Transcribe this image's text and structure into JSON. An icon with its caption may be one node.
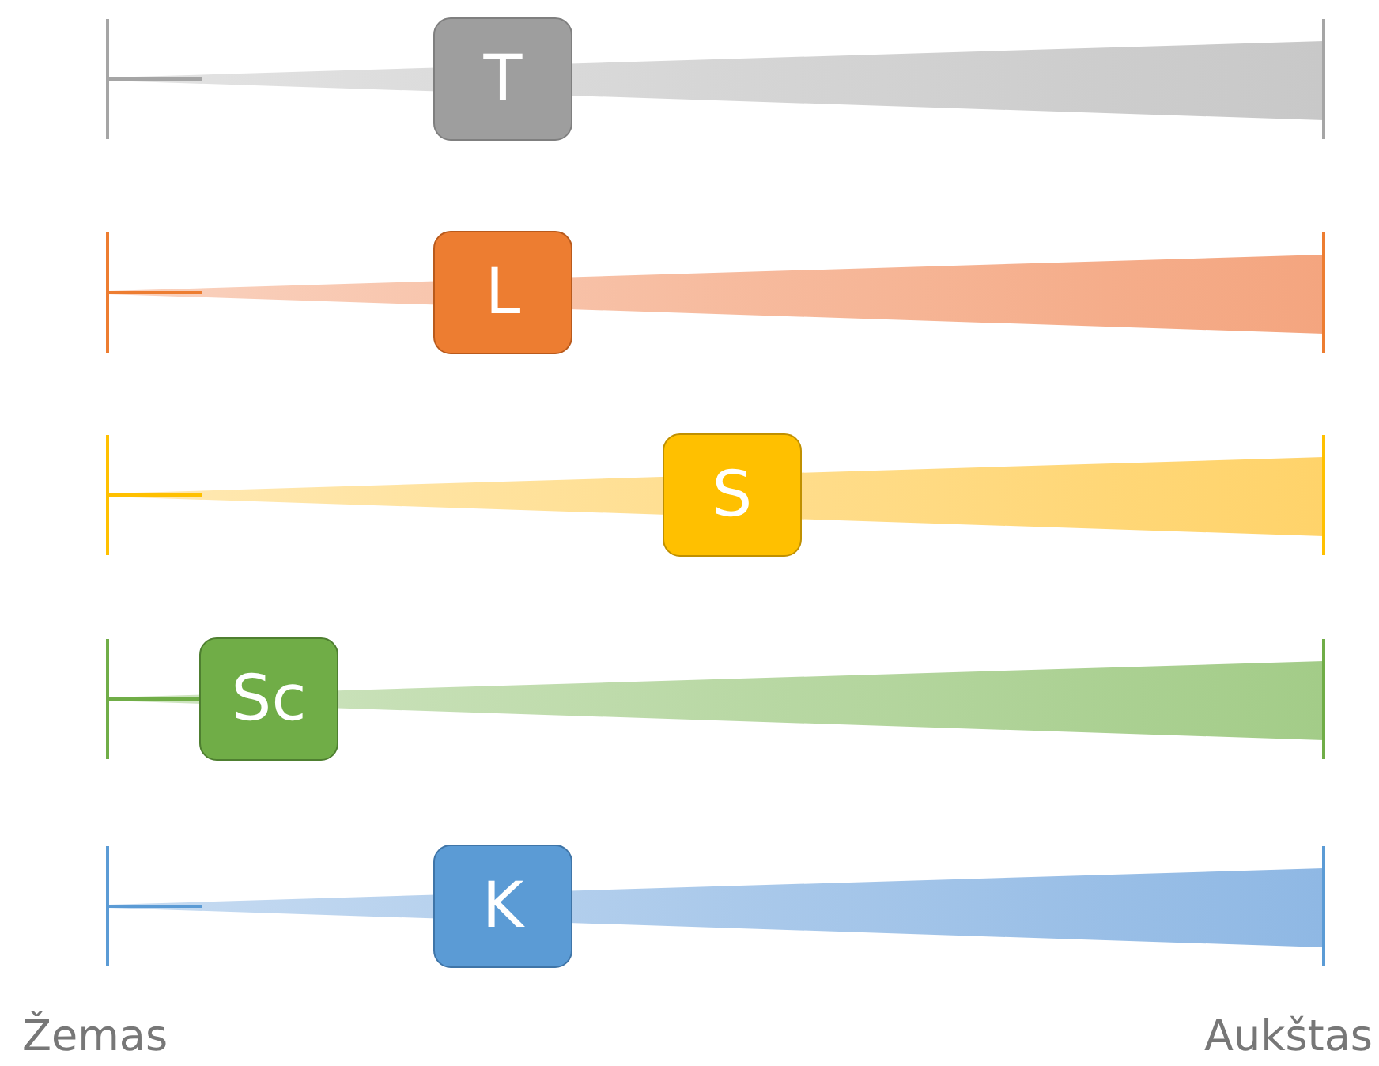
{
  "diagram": {
    "nodes": [
      {
        "text": [
          "T"
        ]
      },
      {
        "text": [
          "L"
        ]
      },
      {
        "text": [
          "S"
        ]
      },
      {
        "text": [
          "Sc"
        ]
      },
      {
        "text": [
          "K"
        ]
      }
    ],
    "labels": [
      "Žemas",
      "Aukštas"
    ]
  }
}
